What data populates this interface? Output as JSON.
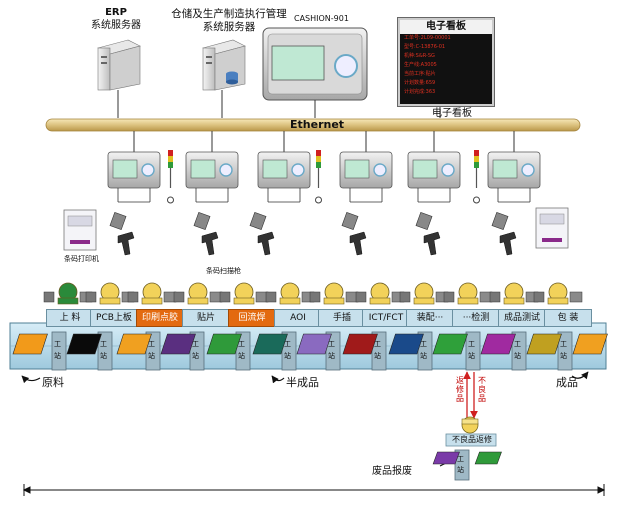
{
  "top": {
    "erp_title": "ERP",
    "erp_sub": "系统服务器",
    "mes_title": "仓储及生产制造执行管理",
    "mes_sub": "系统服务器",
    "terminal_model": "CASHION-901",
    "board_title": "电子看板",
    "board_rows": [
      "工单号:2L09-00001",
      "型号:C-13876-01",
      "机种:S&R-SG",
      "生产线:A3005",
      "当前工序:贴片",
      "计划数量:659",
      "计划完成:363"
    ],
    "board_caption": "电子看板",
    "ethernet": "Ethernet"
  },
  "devices": {
    "printer_label": "条码打印机",
    "scanner_label": "条码扫描枪"
  },
  "stations": [
    {
      "label": "上 料",
      "highlight": false
    },
    {
      "label": "PCB上板",
      "highlight": false
    },
    {
      "label": "印刷点胶",
      "highlight": true
    },
    {
      "label": "贴片",
      "highlight": false
    },
    {
      "label": "回流焊",
      "highlight": true
    },
    {
      "label": "AOI",
      "highlight": false
    },
    {
      "label": "手插",
      "highlight": false
    },
    {
      "label": "ICT/FCT",
      "highlight": false
    },
    {
      "label": "装配···",
      "highlight": false
    },
    {
      "label": "···检测",
      "highlight": false
    },
    {
      "label": "成品测试",
      "highlight": false
    },
    {
      "label": "包 装",
      "highlight": false
    }
  ],
  "workstation_glyph": [
    "工",
    "站"
  ],
  "flow": {
    "raw": "原料",
    "semi": "半成品",
    "finished": "成品",
    "return_repair": "返修品",
    "defect": "不良品",
    "defect_repair": "不良品返修",
    "scrap": "废品报废"
  },
  "colors": {
    "bus": "#e4cf95",
    "station": "#c7e0ec",
    "station_hl": "#e36a10",
    "arrow_red": "#d02020",
    "defect_text": "#c00000"
  }
}
